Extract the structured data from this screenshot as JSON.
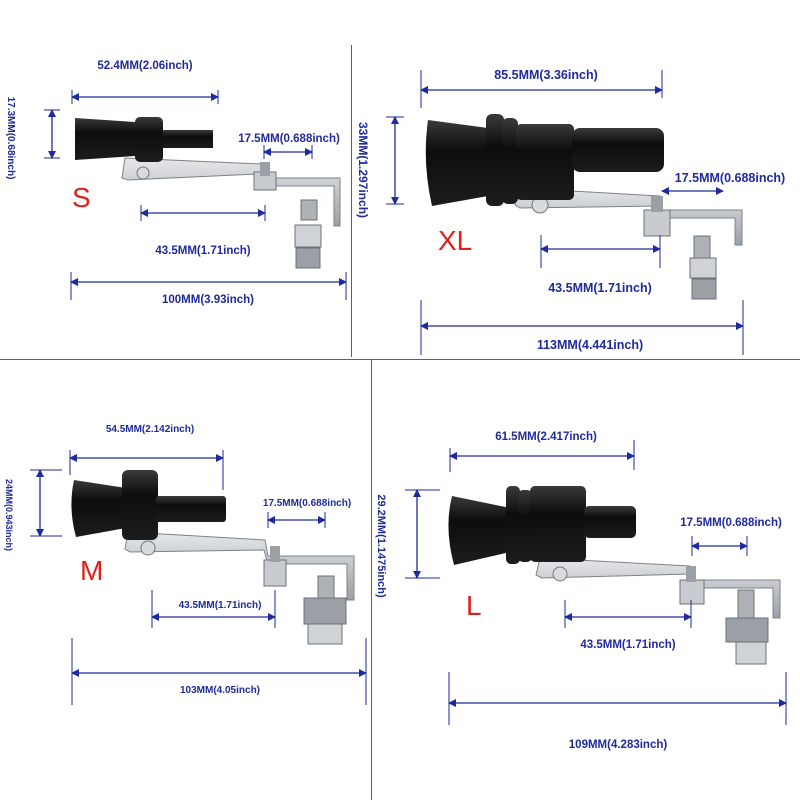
{
  "colors": {
    "dimension": "#1f2a9c",
    "divider": "#c0392b",
    "size_letter": "#e0201b",
    "body_black": "#111111",
    "bracket_metal": "#b8bcc2"
  },
  "panels": [
    {
      "id": "S",
      "size_label": "S",
      "dims": {
        "overall_length": "100MM(3.93inch)",
        "body_length": "52.4MM(2.06inch)",
        "diameter": "17.3MM(0.68inch)",
        "slot_width": "17.5MM(0.688inch)",
        "hole_spacing": "43.5MM(1.71inch)"
      }
    },
    {
      "id": "XL",
      "size_label": "XL",
      "dims": {
        "overall_length": "113MM(4.441inch)",
        "body_length": "85.5MM(3.36inch)",
        "diameter": "33MM(1.297inch)",
        "slot_width": "17.5MM(0.688inch)",
        "hole_spacing": "43.5MM(1.71inch)"
      }
    },
    {
      "id": "M",
      "size_label": "M",
      "dims": {
        "overall_length": "103MM(4.05inch)",
        "body_length": "54.5MM(2.142inch)",
        "diameter": "24MM(0.943inch)",
        "slot_width": "17.5MM(0.688inch)",
        "hole_spacing": "43.5MM(1.71inch)"
      }
    },
    {
      "id": "L",
      "size_label": "L",
      "dims": {
        "overall_length": "109MM(4.283inch)",
        "body_length": "61.5MM(2.417inch)",
        "diameter": "29.2MM(1.1475inch)",
        "slot_width": "17.5MM(0.688inch)",
        "hole_spacing": "43.5MM(1.71inch)"
      }
    }
  ]
}
